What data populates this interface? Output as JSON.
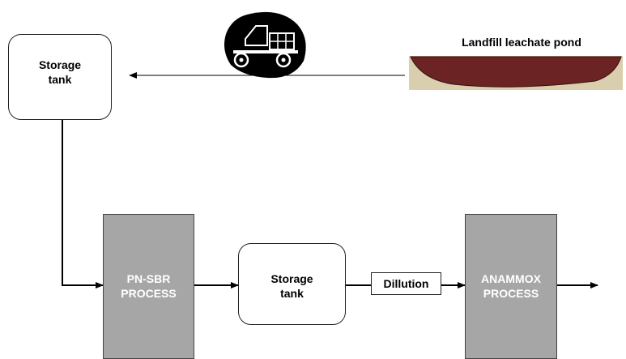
{
  "pond": {
    "label": "Landfill leachate pond"
  },
  "storage_tank_top": {
    "label_line1": "Storage",
    "label_line2": "tank"
  },
  "pn_sbr": {
    "label_line1": "PN-SBR",
    "label_line2": "PROCESS"
  },
  "storage_tank_mid": {
    "label_line1": "Storage",
    "label_line2": "tank"
  },
  "dilution": {
    "label": "Dillution"
  },
  "anammox": {
    "label_line1": "ANAMMOX",
    "label_line2": "PROCESS"
  },
  "icons": {
    "truck": "dump-truck-icon"
  },
  "colors": {
    "process_fill": "#a6a6a6",
    "pond_liquid": "#6b2323",
    "pond_ground": "#d9cfae"
  }
}
